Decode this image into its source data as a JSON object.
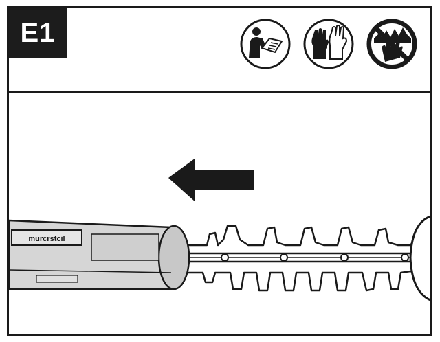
{
  "step": {
    "label": "E1"
  },
  "safety_icons": [
    {
      "name": "read-manual-icon"
    },
    {
      "name": "wear-gloves-icon"
    },
    {
      "name": "no-hand-contact-icon"
    }
  ],
  "illustration": {
    "tool_label": "murcrstcil",
    "arrow_direction": "left"
  },
  "colors": {
    "ink": "#1a1a1a",
    "housing": "#d6d6d6"
  }
}
